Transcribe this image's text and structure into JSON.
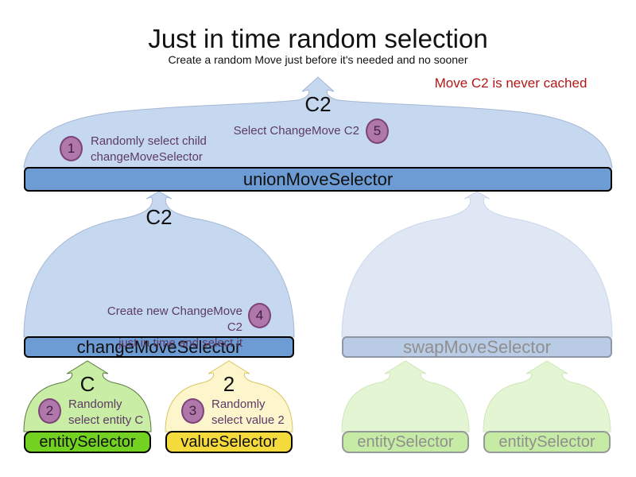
{
  "title": "Just in time random selection",
  "subtitle": "Create a random Move just before it's needed and no sooner",
  "note": "Move C2 is never cached",
  "selectors": {
    "union": {
      "label": "unionMoveSelector",
      "output": "C2"
    },
    "change": {
      "label": "changeMoveSelector",
      "output": "C2"
    },
    "swap": {
      "label": "swapMoveSelector"
    },
    "entity": {
      "label": "entitySelector",
      "output": "C"
    },
    "value": {
      "label": "valueSelector",
      "output": "2"
    },
    "entity_faded_1": {
      "label": "entitySelector"
    },
    "entity_faded_2": {
      "label": "entitySelector"
    }
  },
  "steps": {
    "s1": {
      "num": "1",
      "line1": "Randomly select child",
      "line2": "changeMoveSelector"
    },
    "s2": {
      "num": "2",
      "line1": "Randomly",
      "line2": "select entity C"
    },
    "s3": {
      "num": "3",
      "line1": "Randomly",
      "line2": "select value 2"
    },
    "s4": {
      "num": "4",
      "line1": "Create new ChangeMove C2",
      "line2": "just in time and select it"
    },
    "s5": {
      "num": "5",
      "line1": "Select ChangeMove C2"
    }
  },
  "colors": {
    "note_red": "#b01818",
    "bar_blue": "#6d9bd3",
    "mound_blue": "#c6d8f0",
    "faded_bar_blue": "#b9cbe5",
    "entity_green": "#73d121",
    "value_yellow": "#f4da3a",
    "faded_green": "#c6eba4",
    "step_purple": "#b077ab",
    "annotation_purple": "#5d3a66"
  }
}
